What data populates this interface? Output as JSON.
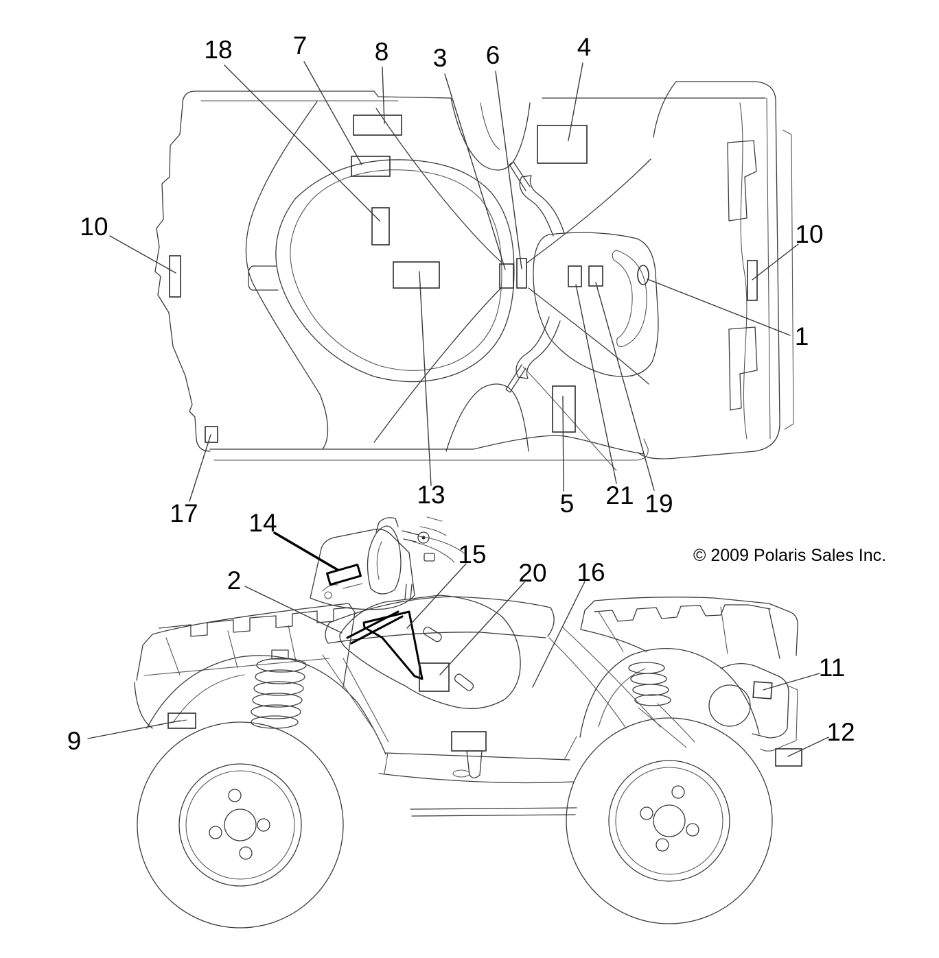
{
  "diagram": {
    "copyright": "© 2009 Polaris Sales Inc.",
    "callouts": {
      "1": "1",
      "2": "2",
      "3": "3",
      "4": "4",
      "5": "5",
      "6": "6",
      "7": "7",
      "8": "8",
      "9": "9",
      "10": "10",
      "11": "11",
      "12": "12",
      "13": "13",
      "14": "14",
      "15": "15",
      "16": "16",
      "17": "17",
      "18": "18",
      "19": "19",
      "20": "20",
      "21": "21"
    }
  }
}
